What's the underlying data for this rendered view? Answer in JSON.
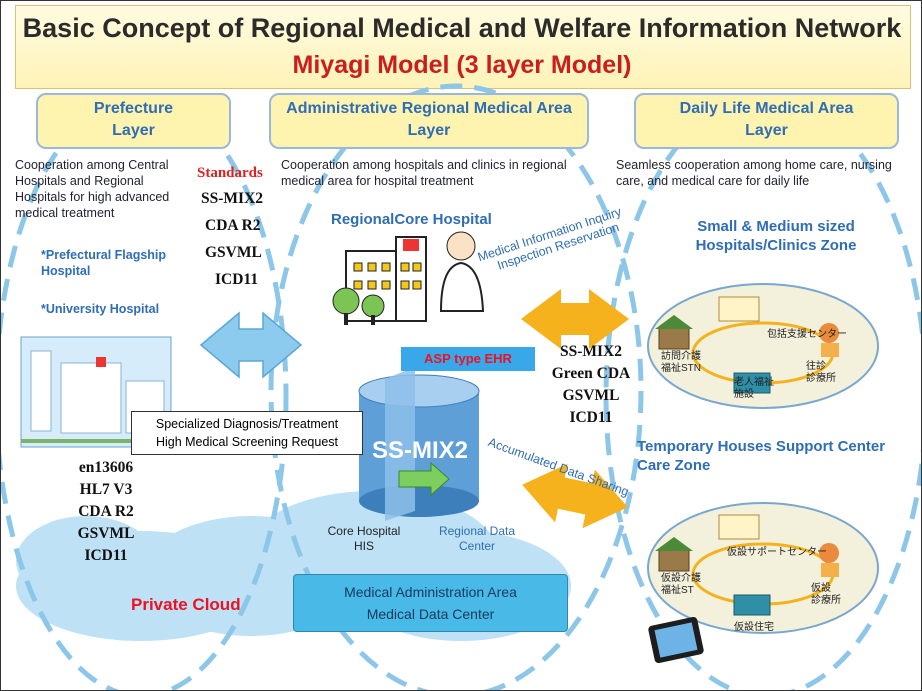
{
  "title": {
    "line1": "Basic Concept of Regional Medical and Welfare Information Network",
    "line2": "Miyagi Model (3 layer Model)"
  },
  "layers": {
    "prefecture": {
      "label": "Prefecture\nLayer",
      "description": "Cooperation among Central Hospitals and Regional Hospitals for high advanced medical treatment",
      "facilities": [
        "*Prefectural Flagship Hospital",
        "*University Hospital"
      ]
    },
    "administrative": {
      "label": "Administrative Regional Medical Area\nLayer",
      "description": "Cooperation among hospitals and clinics in regional medical area for hospital treatment",
      "core_hospital": "RegionalCore Hospital"
    },
    "daily_life": {
      "label": "Daily Life Medical Area\nLayer",
      "description": "Seamless cooperation among home care, nursing care, and medical care for daily life",
      "zone1_title": "Small & Medium sized\nHospitals/Clinics Zone",
      "zone2_title": "Temporary Houses Support Center\nCare Zone"
    }
  },
  "standards": {
    "title": "Standards",
    "items": [
      "SS-MIX2",
      "CDA R2",
      "GSVML",
      "ICD11"
    ]
  },
  "left_standards": [
    "en13606",
    "HL7 V3",
    "CDA R2",
    "GSVML",
    "ICD11"
  ],
  "right_standards": [
    "SS-MIX2",
    "Green CDA",
    "GSVML",
    "ICD11"
  ],
  "request_box": "Specialized Diagnosis/Treatment\nHigh Medical Screening Request",
  "asp_label": "ASP type EHR",
  "cylinder_label": "SS-MIX2",
  "core_his": "Core Hospital\nHIS",
  "regional_dc": "Regional Data\nCenter",
  "arrow_top_text1": "Medical Information Inquiry",
  "arrow_top_text2": "Inspection Reservation",
  "arrow_bottom_text": "Accumulated Data Sharing",
  "private_cloud": "Private Cloud",
  "data_center": "Medical Administration Area\nMedical Data Center",
  "zone1_labels": {
    "center": "包括支援センター",
    "care": "訪問介護\n福祉STN",
    "clinic": "往診\n診療所",
    "facility": "老人福祉\n施設"
  },
  "zone2_labels": {
    "center": "仮設サポートセンター",
    "care": "仮設介護\n福祉ST",
    "clinic": "仮設\n診療所",
    "housing": "仮設住宅"
  },
  "colors": {
    "title_red": "#cc1d1d",
    "layer_blue": "#2f6db4",
    "dashed_ellipse": "#8cc6e8",
    "arrow_orange": "#f5b21c",
    "cloud": "#bfe1f5",
    "asp_blue": "#39a8ea"
  }
}
